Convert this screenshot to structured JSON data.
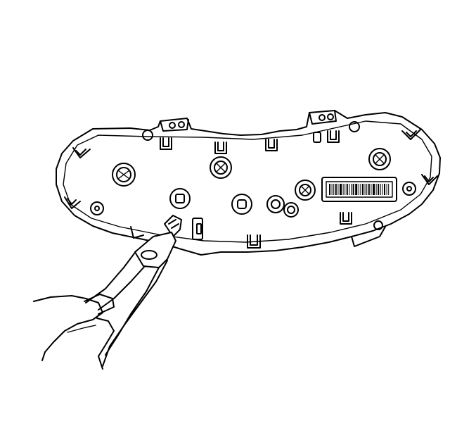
{
  "figure": {
    "background_color": "#ffffff",
    "line_color": "#000000"
  },
  "objects": {
    "cluster_icon": "instrument-cluster-rear-housing",
    "tool_icon": "pliers",
    "hand_icon": "hand"
  }
}
